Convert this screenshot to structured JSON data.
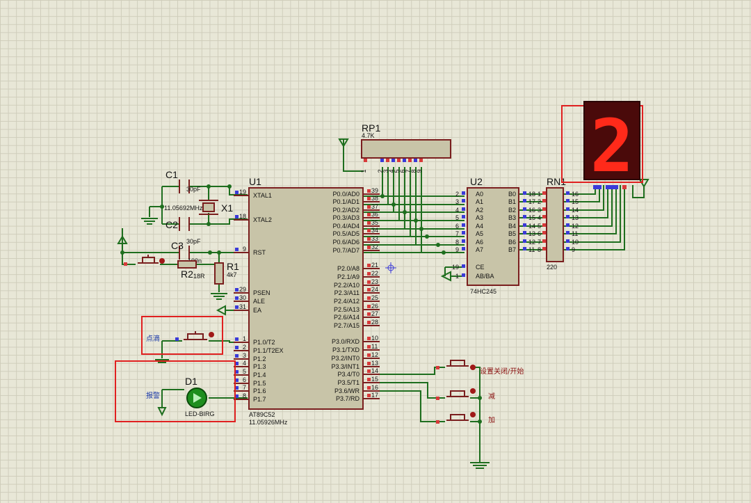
{
  "rp1": {
    "ref": "RP1",
    "value": "4.7K",
    "pins": [
      "1",
      "2",
      "3",
      "4",
      "5",
      "6",
      "7",
      "8",
      "9"
    ]
  },
  "u1": {
    "ref": "U1",
    "part": "AT89C52",
    "clock": "11.05926MHz",
    "left_pins": [
      {
        "num": "19",
        "name": "XTAL1"
      },
      {
        "num": "18",
        "name": "XTAL2"
      },
      {
        "num": "9",
        "name": "RST"
      },
      {
        "num": "29",
        "name": "PSEN"
      },
      {
        "num": "30",
        "name": "ALE"
      },
      {
        "num": "31",
        "name": "EA"
      },
      {
        "num": "1",
        "name": "P1.0/T2"
      },
      {
        "num": "2",
        "name": "P1.1/T2EX"
      },
      {
        "num": "3",
        "name": "P1.2"
      },
      {
        "num": "4",
        "name": "P1.3"
      },
      {
        "num": "5",
        "name": "P1.4"
      },
      {
        "num": "6",
        "name": "P1.5"
      },
      {
        "num": "7",
        "name": "P1.6"
      },
      {
        "num": "8",
        "name": "P1.7"
      }
    ],
    "right_pins": [
      {
        "num": "39",
        "name": "P0.0/AD0"
      },
      {
        "num": "38",
        "name": "P0.1/AD1"
      },
      {
        "num": "37",
        "name": "P0.2/AD2"
      },
      {
        "num": "36",
        "name": "P0.3/AD3"
      },
      {
        "num": "35",
        "name": "P0.4/AD4"
      },
      {
        "num": "34",
        "name": "P0.5/AD5"
      },
      {
        "num": "33",
        "name": "P0.6/AD6"
      },
      {
        "num": "32",
        "name": "P0.7/AD7"
      },
      {
        "num": "21",
        "name": "P2.0/A8"
      },
      {
        "num": "22",
        "name": "P2.1/A9"
      },
      {
        "num": "23",
        "name": "P2.2/A10"
      },
      {
        "num": "24",
        "name": "P2.3/A11"
      },
      {
        "num": "25",
        "name": "P2.4/A12"
      },
      {
        "num": "26",
        "name": "P2.5/A13"
      },
      {
        "num": "27",
        "name": "P2.6/A14"
      },
      {
        "num": "28",
        "name": "P2.7/A15"
      },
      {
        "num": "10",
        "name": "P3.0/RXD"
      },
      {
        "num": "11",
        "name": "P3.1/TXD"
      },
      {
        "num": "12",
        "name": "P3.2/INT0"
      },
      {
        "num": "13",
        "name": "P3.3/INT1"
      },
      {
        "num": "14",
        "name": "P3.4/T0"
      },
      {
        "num": "15",
        "name": "P3.5/T1"
      },
      {
        "num": "16",
        "name": "P3.6/WR"
      },
      {
        "num": "17",
        "name": "P3.7/RD"
      }
    ]
  },
  "u2": {
    "ref": "U2",
    "part": "74HC245",
    "left_pins": [
      {
        "num": "2",
        "name": "A0"
      },
      {
        "num": "3",
        "name": "A1"
      },
      {
        "num": "4",
        "name": "A2"
      },
      {
        "num": "5",
        "name": "A3"
      },
      {
        "num": "6",
        "name": "A4"
      },
      {
        "num": "7",
        "name": "A5"
      },
      {
        "num": "8",
        "name": "A6"
      },
      {
        "num": "9",
        "name": "A7"
      },
      {
        "num": "19",
        "name": "CE"
      },
      {
        "num": "1",
        "name": "AB/BA"
      }
    ],
    "right_pins": [
      {
        "num": "18",
        "name": "B0"
      },
      {
        "num": "17",
        "name": "B1"
      },
      {
        "num": "16",
        "name": "B2"
      },
      {
        "num": "15",
        "name": "B3"
      },
      {
        "num": "14",
        "name": "B4"
      },
      {
        "num": "13",
        "name": "B5"
      },
      {
        "num": "12",
        "name": "B6"
      },
      {
        "num": "11",
        "name": "B7"
      }
    ]
  },
  "rn1": {
    "ref": "RN1",
    "value": "220",
    "left_pins": [
      "1",
      "2",
      "3",
      "4",
      "5",
      "6",
      "7",
      "8"
    ],
    "right_pins": [
      "16",
      "15",
      "14",
      "13",
      "12",
      "11",
      "10",
      "9"
    ]
  },
  "display": {
    "digit": "2",
    "segment_color": "#ff2a1a"
  },
  "c1": {
    "ref": "C1",
    "value": "30pF"
  },
  "c2": {
    "ref": "C2",
    "value": "30pF"
  },
  "c3": {
    "ref": "C3",
    "value": "100n"
  },
  "x1": {
    "ref": "X1",
    "value": "11.05692MHz"
  },
  "r1": {
    "ref": "R1",
    "value": "4k7"
  },
  "r2": {
    "ref": "R2",
    "value": "18R"
  },
  "d1": {
    "ref": "D1",
    "part": "LED-BIRG"
  },
  "labels": {
    "point_drop": "点滴",
    "alarm": "报警",
    "setting": "设置关闭/开始",
    "minus": "减",
    "plus": "加"
  },
  "colors": {
    "wire": "#1e6e1e",
    "body": "#c8c4a8",
    "outline": "#7a1e1e",
    "highlight": "#e02020"
  }
}
